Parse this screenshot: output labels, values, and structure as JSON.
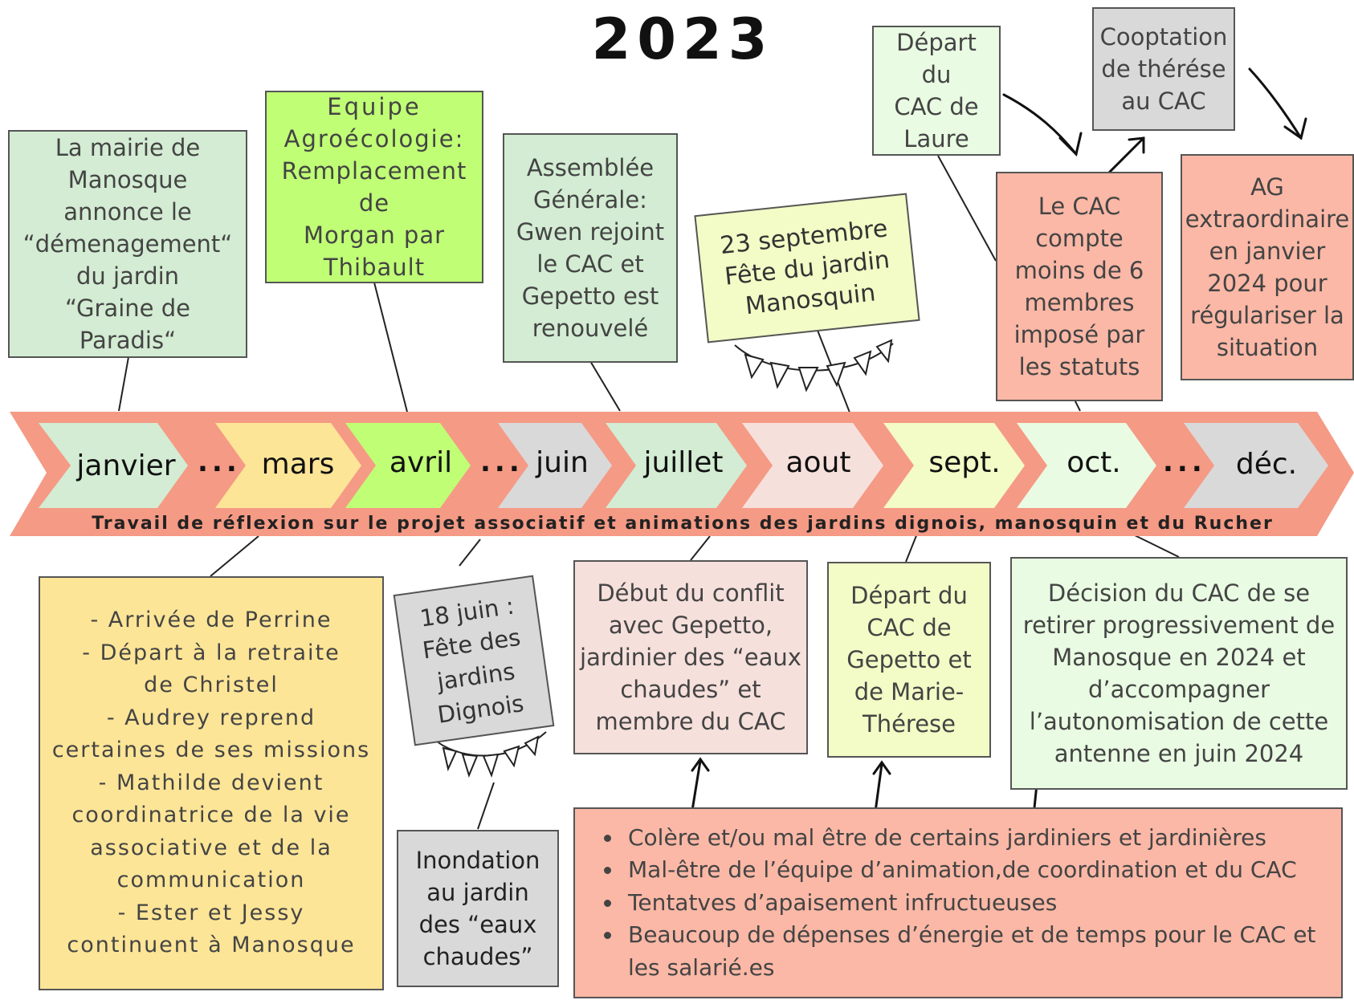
{
  "title": "2023",
  "banner": {
    "months": [
      "janvier",
      "mars",
      "avril",
      "juin",
      "juillet",
      "aout",
      "sept.",
      "oct.",
      "déc."
    ],
    "ellipsis": "...",
    "caption": "Travail de réflexion sur le projet associatif et animations des jardins dignois, manosquin et du Rucher"
  },
  "colors": {
    "banner": "#f59a85",
    "light_green": "#d3ecd3",
    "yellow": "#fde597",
    "lime": "#c0ff75",
    "grey": "#d9d9d9",
    "pink": "#f6e0dc",
    "pale_yellow": "#f3fbc6",
    "mint": "#e9fbe2",
    "salmon": "#fbb8a6"
  },
  "top_events": {
    "mairie": [
      "La mairie de",
      "Manosque",
      "annonce le",
      "“démenagement“",
      "du jardin",
      "“Graine de Paradis“"
    ],
    "agro": [
      "Equipe",
      "Agroécologie:",
      "Remplacement de",
      "Morgan par",
      "Thibault"
    ],
    "ag": [
      "Assemblée",
      "Générale:",
      "Gwen rejoint",
      "le CAC et",
      "Gepetto est",
      "renouvelé"
    ],
    "fete_sept": [
      "23 septembre",
      "Fête du jardin",
      "Manosquin"
    ],
    "depart_laure": [
      "Départ du",
      "CAC de",
      "Laure"
    ],
    "cooptation": [
      "Cooptation",
      "de thérése",
      "au CAC"
    ],
    "cac_count": [
      "Le CAC",
      "compte",
      "moins de 6",
      "membres",
      "imposé par",
      "les statuts"
    ],
    "ag_extra": [
      "AG",
      "extraordinaire",
      "en janvier",
      "2024 pour",
      "régulariser la",
      "situation"
    ]
  },
  "bottom_events": {
    "team": [
      "- Arrivée de Perrine",
      "- Départ à la retraite",
      "de Christel",
      "- Audrey reprend",
      "certaines de ses missions",
      "- Mathilde devient",
      "coordinatrice de la vie",
      "associative et de la",
      "communication",
      "- Ester et Jessy",
      "continuent à Manosque"
    ],
    "fete_juin": [
      "18 juin :",
      "Fête des",
      "jardins",
      "Dignois"
    ],
    "inondation": [
      "Inondation",
      "au jardin",
      "des “eaux",
      "chaudes”"
    ],
    "conflit": [
      "Début du conflit",
      "avec Gepetto,",
      "jardinier des “eaux",
      "chaudes” et",
      "membre du CAC"
    ],
    "depart_gepetto": [
      "Départ du",
      "CAC de",
      "Gepetto et",
      "de Marie-",
      "Thérese"
    ],
    "decision": [
      "Décision du CAC de se",
      "retirer progressivement de",
      "Manosque en 2024 et",
      "d’accompagner",
      "l’autonomisation de cette",
      "antenne  en juin 2024"
    ],
    "consequences": [
      "Colère et/ou mal être de certains jardiniers et jardinières",
      "Mal-être de l’équipe d’animation,de coordination et du CAC",
      "Tentatves d’apaisement infructueuses",
      "Beaucoup de dépenses d’énergie et de temps pour le CAC et les salarié.es"
    ]
  }
}
